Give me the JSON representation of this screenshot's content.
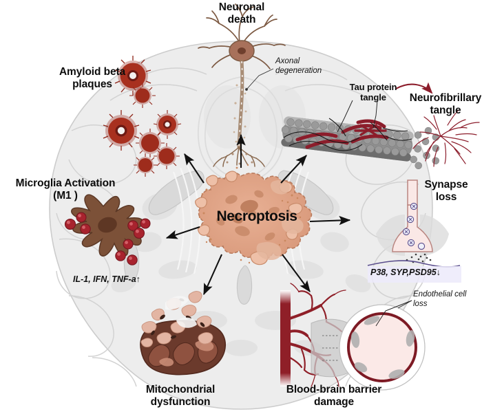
{
  "figure": {
    "type": "scientific-illustration",
    "subject": "Necroptosis in Alzheimer's disease brain pathology",
    "center_node": "Necroptosis",
    "background_color": "#ffffff",
    "brain_fill": "#eeeeee",
    "brain_stroke": "#c9c9c9",
    "accent_red": "#8c1d2b",
    "plaque_red": "#a32d21",
    "microglia_brown": "#7c5138",
    "necroptosis_fill": "#dfa183",
    "arrow_color": "#111111"
  },
  "labels": {
    "neuronal_death": "Neuronal\ndeath",
    "neuronal_death_l1": "Neuronal",
    "neuronal_death_l2": "death",
    "amyloid_l1": "Amyloid beta",
    "amyloid_l2": "plaques",
    "microglia_l1": "Microglia Activation",
    "microglia_l2": "(M1 )",
    "neurofibrillary_l1": "Neurofibrillary",
    "neurofibrillary_l2": "tangle",
    "synapse_l1": "Synapse",
    "synapse_l2": "loss",
    "mitochondrial_l1": "Mitochondrial",
    "mitochondrial_l2": "dysfunction",
    "bbb_l1": "Blood-brain barrier",
    "bbb_l2": "damage",
    "center": "Necroptosis"
  },
  "annotations": {
    "axonal_l1": "Axonal",
    "axonal_l2": "degeneration",
    "tau_l1": "Tau protein",
    "tau_l2": "tangle",
    "endothelial_l1": "Endothelial cell",
    "endothelial_l2": "loss",
    "cytokines": "IL-1,  IFN,  TNF-a↑",
    "synaptic_markers": "P38,  SYP,PSD95↓"
  },
  "arrows": [
    {
      "name": "arrow-to-neuronal-death",
      "from": "center",
      "to": "neuronal-death",
      "direction": "up"
    },
    {
      "name": "arrow-to-amyloid-plaques",
      "from": "center",
      "to": "amyloid-beta-plaques",
      "direction": "up-left"
    },
    {
      "name": "arrow-to-neurofibrillary-tangle",
      "from": "center",
      "to": "neurofibrillary-tangle",
      "direction": "up-right"
    },
    {
      "name": "arrow-to-microglia",
      "from": "center",
      "to": "microglia-activation",
      "direction": "left"
    },
    {
      "name": "arrow-to-synapse-loss",
      "from": "center",
      "to": "synapse-loss",
      "direction": "right"
    },
    {
      "name": "arrow-to-mitochondrial-dysfunction",
      "from": "center",
      "to": "mitochondrial-dysfunction",
      "direction": "down-left"
    },
    {
      "name": "arrow-to-bbb-damage",
      "from": "center",
      "to": "blood-brain-barrier-damage",
      "direction": "down-right"
    }
  ]
}
